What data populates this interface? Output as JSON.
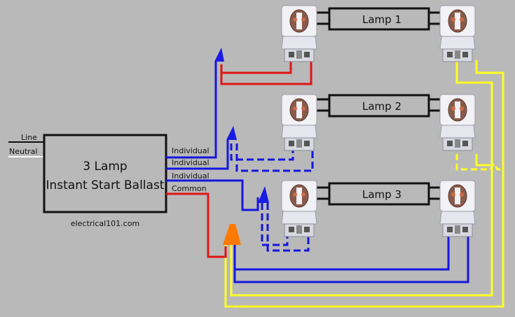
{
  "ballast": {
    "line1": "3 Lamp",
    "line2": "Instant Start Ballast"
  },
  "inputs": {
    "line": "Line",
    "neutral": "Neutral"
  },
  "outputs": [
    "Individual",
    "Individual",
    "Individual",
    "Common"
  ],
  "lamps": [
    "Lamp 1",
    "Lamp 2",
    "Lamp 3"
  ],
  "credit": "electrical101.com",
  "colors": {
    "background": "#b9b9b9",
    "ballast_fill": "#b9b9b9",
    "individual_wire": "#1515e0",
    "common_wire": "#e01515",
    "shunt_wire": "#ffff22",
    "wire_nut_individual": "#1a1ae6",
    "wire_nut_common": "#ff7a00",
    "line_wire": "#111111",
    "neutral_wire": "#ffffff"
  }
}
